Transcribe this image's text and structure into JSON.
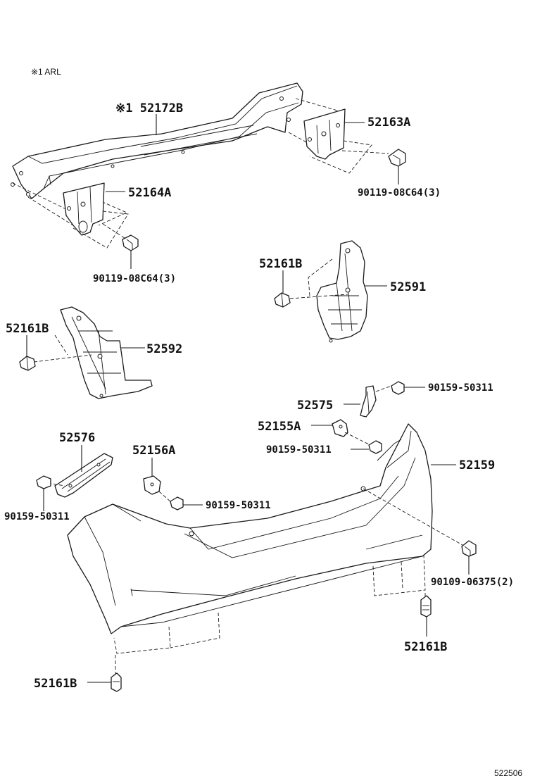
{
  "note": "※1 ARL",
  "diagram_id": "522506",
  "labels": {
    "p52172B": "※1 52172B",
    "p52163A": "52163A",
    "p52164A": "52164A",
    "bolt_right_top": "90119-08C64(3)",
    "bolt_left_top": "90119-08C64(3)",
    "p52161B_mid": "52161B",
    "p52591": "52591",
    "p52161B_left": "52161B",
    "p52592": "52592",
    "bolt_52575": "90159-50311",
    "p52575": "52575",
    "p52155A": "52155A",
    "bolt_52155A": "90159-50311",
    "p52576": "52576",
    "p52156A": "52156A",
    "p52159": "52159",
    "bolt_52576": "90159-50311",
    "bolt_52156A": "90159-50311",
    "bolt_bumper": "90109-06375(2)",
    "p52161B_right": "52161B",
    "p52161B_bottom": "52161B"
  }
}
